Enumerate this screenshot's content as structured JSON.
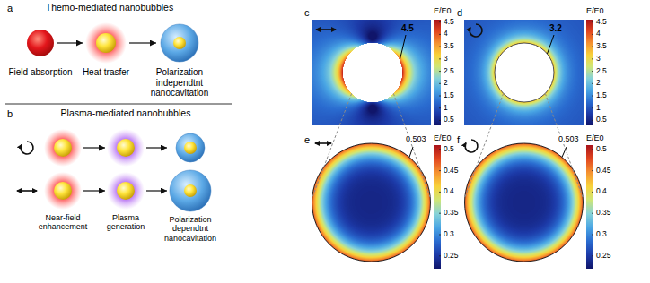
{
  "diagram": {
    "nodes": [
      {
        "text": [
          "Field absorption"
        ]
      },
      {
        "text": [
          "Heat trasfer"
        ]
      },
      {
        "text": [
          "Polarization independtnt nanocavitation"
        ]
      },
      {
        "text": [
          "Near-field enhancement"
        ]
      },
      {
        "text": [
          "Plasma generation"
        ]
      },
      {
        "text": [
          "Polarization dependtnt nanocavitation"
        ]
      }
    ],
    "edges": [
      {
        "from": 0,
        "to": 1,
        "arrow": "to"
      },
      {
        "from": 1,
        "to": 2,
        "arrow": "to"
      },
      {
        "from": 3,
        "to": 4,
        "arrow": "to"
      },
      {
        "from": 3,
        "to": 4,
        "arrow": "to"
      },
      {
        "from": 4,
        "to": 5,
        "arrow": "to"
      },
      {
        "from": 4,
        "to": 5,
        "arrow": "to"
      }
    ],
    "labels": [
      "a",
      "Themo-mediated nanobubbles",
      "b",
      "Plasma-mediated nanobubbles",
      "c",
      "4.5",
      "E/E0",
      "4.5",
      "4",
      "3.5",
      "3",
      "2.5",
      "2",
      "1.5",
      "1",
      "0.5",
      "d",
      "3.2",
      "E/E0",
      "4.5",
      "4",
      "3.5",
      "3",
      "2.5",
      "2",
      "1.5",
      "1",
      "0.5",
      "e",
      "0.503",
      "E/E0",
      "0.5",
      "0.45",
      "0.4",
      "0.35",
      "0.3",
      "0.25",
      "f",
      "0.503",
      "E/E0",
      "0.5",
      "0.45",
      "0.4",
      "0.35",
      "0.3",
      "0.25"
    ]
  }
}
